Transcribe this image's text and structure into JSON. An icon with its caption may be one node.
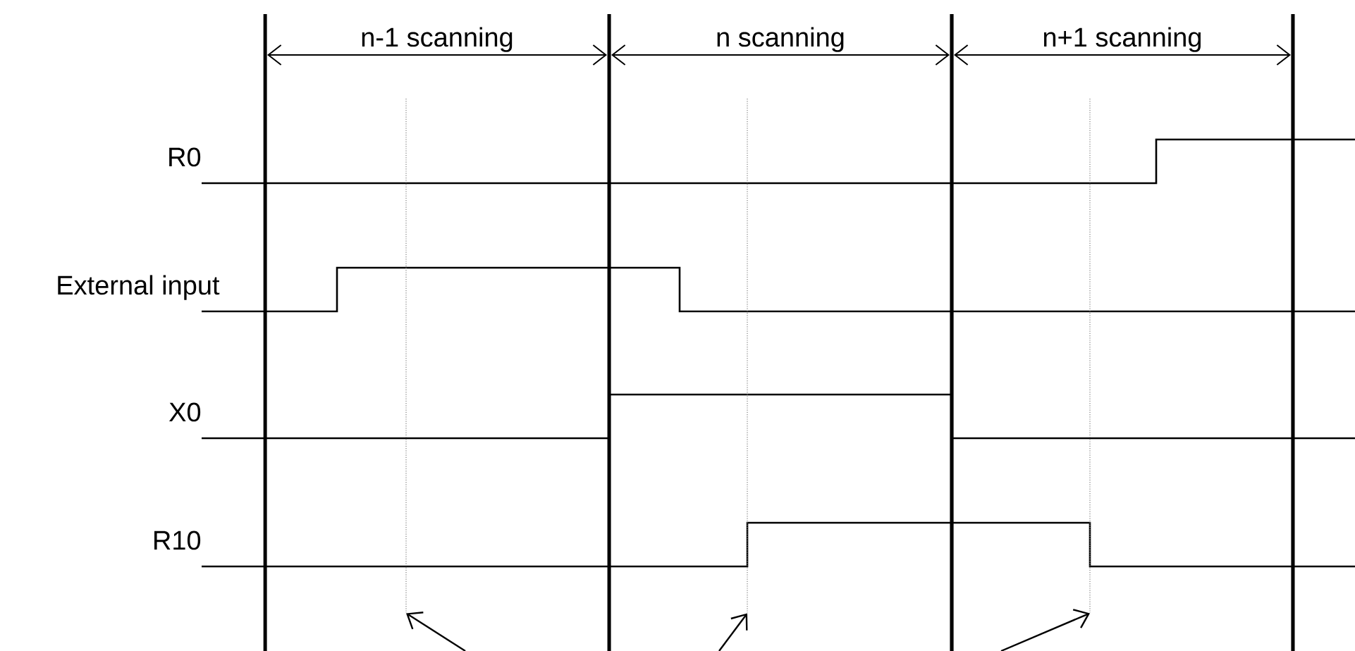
{
  "diagram": {
    "nodes": [
      {
        "text": [],
        "shape": "line"
      },
      {
        "text": [],
        "shape": "line"
      },
      {
        "text": [],
        "shape": "line"
      }
    ],
    "edges": [
      {
        "from": null,
        "to": 0,
        "arrow": "to"
      },
      {
        "from": null,
        "to": 1,
        "arrow": "to"
      },
      {
        "from": null,
        "to": 2,
        "arrow": "to"
      }
    ],
    "labels": [
      "n-1 scanning",
      "n scanning",
      "n+1 scanning",
      "R0",
      "External input",
      "X0",
      "R10"
    ]
  }
}
